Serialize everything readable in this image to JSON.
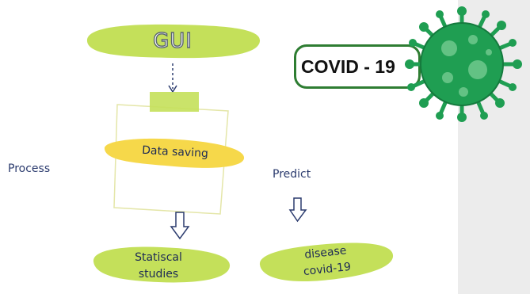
{
  "gui": {
    "label": "GUI"
  },
  "covid": {
    "label": "COVID - 19"
  },
  "data_saving": {
    "label": "Data saving"
  },
  "process": {
    "label": "Process"
  },
  "predict": {
    "label": "Predict"
  },
  "statistical": {
    "line1": "Statiscal",
    "line2": "studies"
  },
  "disease": {
    "line1": "disease",
    "line2": "covid-19"
  },
  "colors": {
    "lime": "#c4e05a",
    "yellow": "#f6d84a",
    "green": "#2e7d32",
    "virus": "#1f9e52",
    "text": "#2b3b6e"
  }
}
